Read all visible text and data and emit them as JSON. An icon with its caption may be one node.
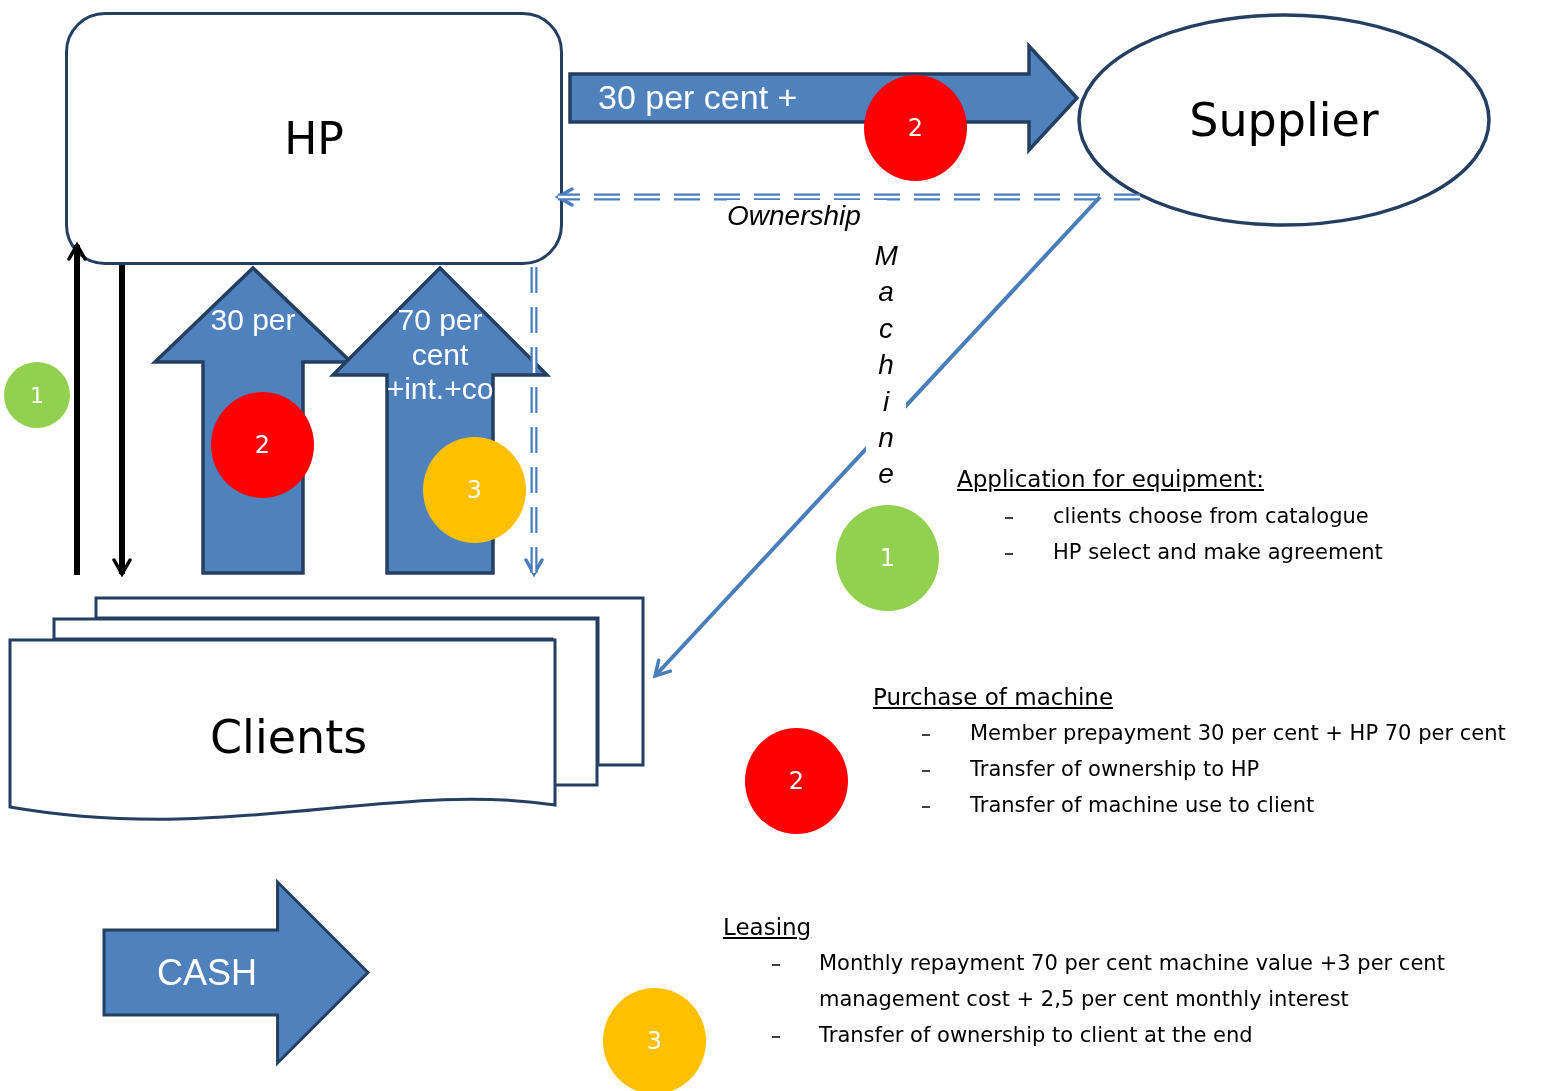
{
  "diagram": {
    "nodes": [
      {
        "text": [
          "HP"
        ]
      },
      {
        "text": [
          "Supplier"
        ]
      },
      {
        "text": [
          "Clients"
        ]
      },
      {
        "text": [
          "1"
        ]
      },
      {
        "text": [
          "2"
        ]
      },
      {
        "text": [
          "2"
        ]
      },
      {
        "text": [
          "3"
        ]
      },
      {
        "text": [
          "1"
        ]
      },
      {
        "text": [
          "2"
        ]
      },
      {
        "text": [
          "CASH"
        ]
      },
      {
        "text": [
          "3"
        ]
      }
    ],
    "edges": [
      {
        "from": 0,
        "to": 1,
        "arrow": "to",
        "label": "30 per cent +",
        "style": "thick",
        "color": "#4f81bd"
      },
      {
        "from": 1,
        "to": 0,
        "arrow": "to",
        "label": "Ownership",
        "style": "dashed"
      },
      {
        "from": 1,
        "to": 2,
        "arrow": "to",
        "label": "Machine"
      },
      {
        "from": 2,
        "to": 0,
        "arrow": "to",
        "color": "#000000"
      },
      {
        "from": 0,
        "to": 2,
        "arrow": "to",
        "color": "#000000"
      },
      {
        "from": 2,
        "to": 0,
        "arrow": "to",
        "label": "30 per",
        "style": "thick",
        "color": "#4f81bd"
      },
      {
        "from": 2,
        "to": 0,
        "arrow": "to",
        "label": "70 per cent +int.+co",
        "style": "thick",
        "color": "#4f81bd"
      },
      {
        "from": 0,
        "to": 2,
        "arrow": "to",
        "style": "dashed"
      }
    ],
    "labels": [
      "Application for equipment:",
      "clients choose from catalogue",
      "HP select and make agreement",
      "Purchase of machine",
      "Member prepayment 30 per cent + HP 70 per cent",
      "Transfer of ownership to HP",
      "Transfer of machine use to client",
      "Leasing",
      "Monthly repayment 70 per cent machine value +3 per cent management cost + 2,5 per cent monthly interest",
      "Transfer of ownership to client at the end"
    ]
  }
}
